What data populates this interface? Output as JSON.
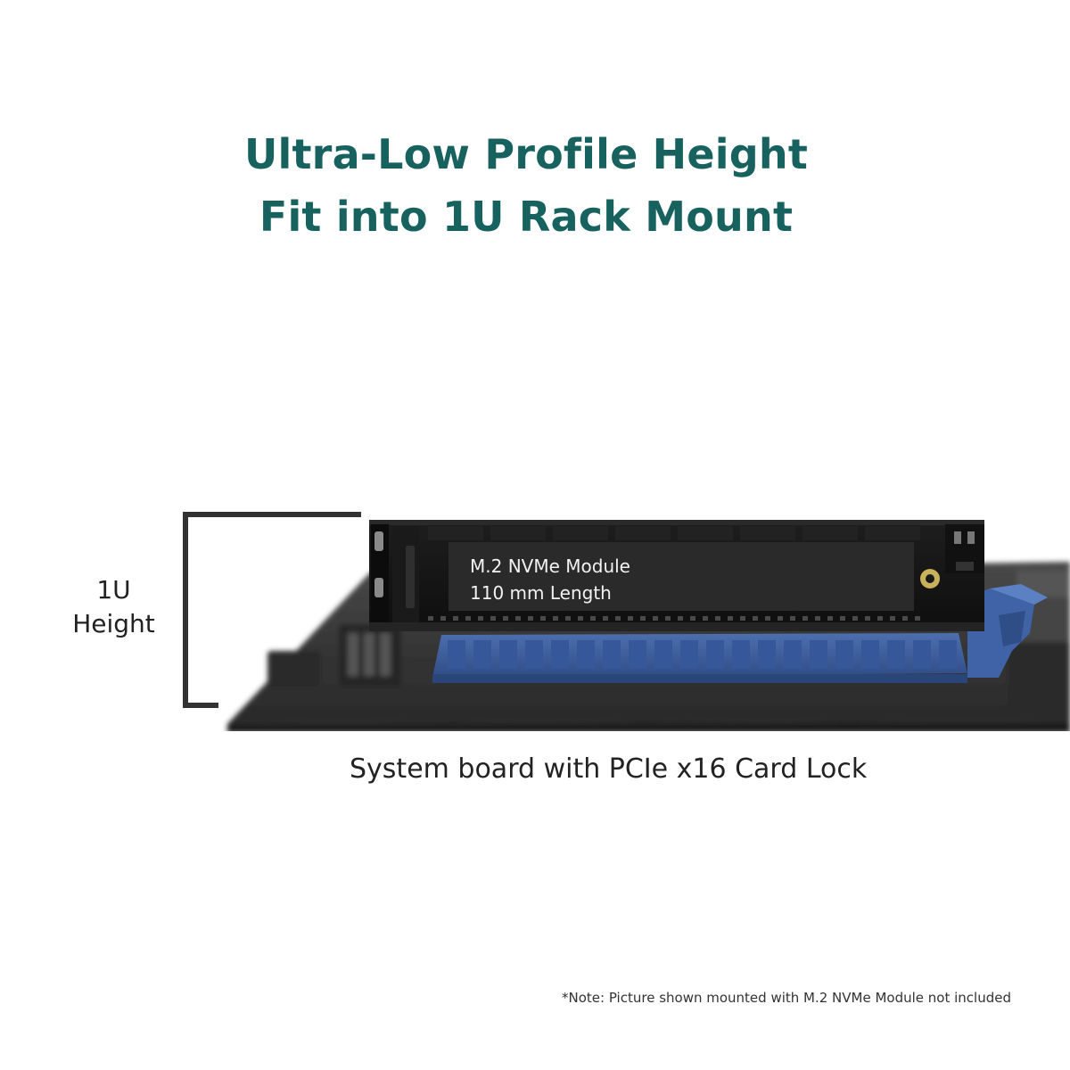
{
  "headline": {
    "line1": "Ultra-Low Profile Height",
    "line2": "Fit into 1U Rack Mount"
  },
  "height_indicator": {
    "line1": "1U",
    "line2": "Height"
  },
  "module_label": {
    "line1": "M.2 NVMe Module",
    "line2": "110 mm Length"
  },
  "board_caption": "System board with PCIe x16 Card Lock",
  "note": "*Note: Picture shown mounted with M.2 NVMe Module not included",
  "colors": {
    "headline": "#17615f",
    "text": "#222222",
    "board": "#3a3a3a",
    "slot": "#3d5f9c",
    "module": "#161616"
  }
}
